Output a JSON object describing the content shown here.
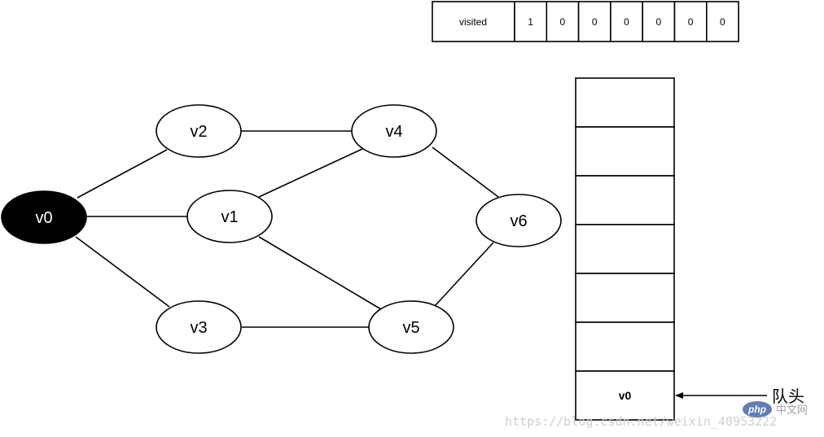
{
  "graph": {
    "nodes": [
      {
        "id": "v0",
        "label": "v0",
        "highlighted": true
      },
      {
        "id": "v1",
        "label": "v1",
        "highlighted": false
      },
      {
        "id": "v2",
        "label": "v2",
        "highlighted": false
      },
      {
        "id": "v3",
        "label": "v3",
        "highlighted": false
      },
      {
        "id": "v4",
        "label": "v4",
        "highlighted": false
      },
      {
        "id": "v5",
        "label": "v5",
        "highlighted": false
      },
      {
        "id": "v6",
        "label": "v6",
        "highlighted": false
      }
    ],
    "edges": [
      [
        "v0",
        "v2"
      ],
      [
        "v0",
        "v1"
      ],
      [
        "v0",
        "v3"
      ],
      [
        "v2",
        "v4"
      ],
      [
        "v1",
        "v4"
      ],
      [
        "v1",
        "v5"
      ],
      [
        "v3",
        "v5"
      ],
      [
        "v4",
        "v6"
      ],
      [
        "v5",
        "v6"
      ]
    ],
    "highlight_color": "#000000"
  },
  "visited": {
    "label": "visited",
    "values": [
      "1",
      "0",
      "0",
      "0",
      "0",
      "0",
      "0"
    ]
  },
  "queue": {
    "cells": [
      "",
      "",
      "",
      "",
      "",
      "",
      "v0"
    ],
    "head_label": "队头"
  },
  "watermark": {
    "logo_text": "php",
    "logo_sub": "中文网",
    "url": "https://blog.csdn.net/weixin_40953222",
    "logo_color": "#4f6eb3"
  }
}
